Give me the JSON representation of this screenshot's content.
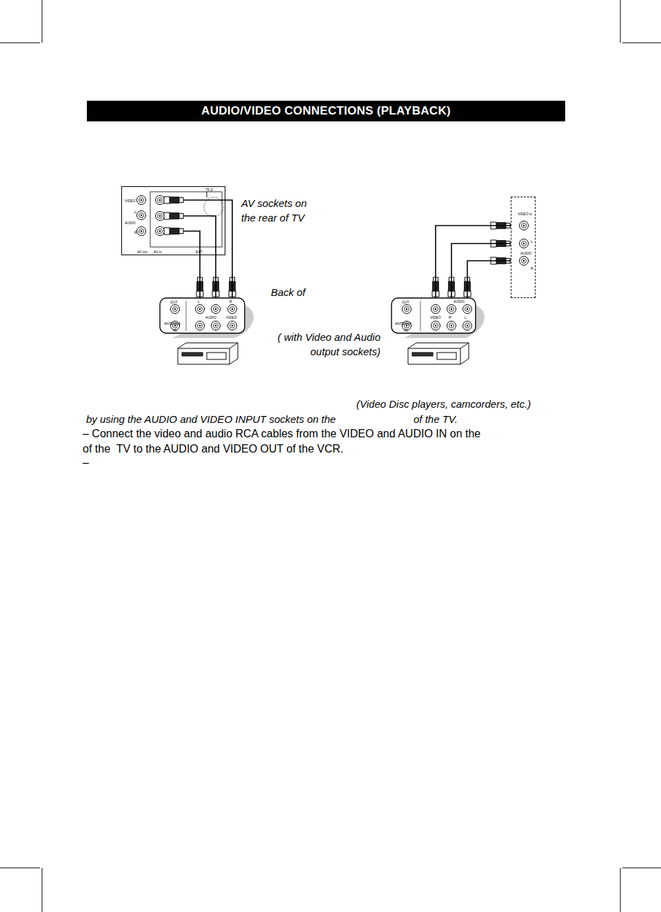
{
  "diagram": {
    "title": "AUDIO/VIDEO CONNECTIONS (PLAYBACK)",
    "nodes": [
      {
        "text": [
          "VIDEO",
          "L",
          "AUDIO",
          "R",
          "AV out",
          "AV in",
          "EXT",
          "75 Ω"
        ]
      },
      {
        "text": [
          "OUT",
          "L",
          "AUDIO",
          "R",
          "VIDEO",
          "ANTENNA",
          "IN"
        ]
      },
      {
        "text": [
          "VIDEO in",
          "L",
          "AUDIO",
          "R"
        ]
      },
      {
        "text": [
          "OUT",
          "VIDEO",
          "R",
          "AUDIO",
          "L",
          "ANTENNA",
          "IN"
        ]
      }
    ],
    "edges": [
      {
        "from": 1,
        "to": 0,
        "arrow": "none"
      },
      {
        "from": 1,
        "to": 0,
        "arrow": "none"
      },
      {
        "from": 1,
        "to": 0,
        "arrow": "none"
      },
      {
        "from": 3,
        "to": 2,
        "arrow": "none"
      },
      {
        "from": 3,
        "to": 2,
        "arrow": "none"
      },
      {
        "from": 3,
        "to": 2,
        "arrow": "none"
      }
    ],
    "labels": [
      "AV sockets on the rear of TV",
      "Back of",
      "( with Video and Audio output sockets)",
      "(Video Disc players, camcorders, etc.)",
      "by using the AUDIO and VIDEO INPUT sockets on the",
      "of the TV.",
      "– Connect the video and audio RCA cables from the VIDEO and AUDIO IN on the",
      "of the  TV to the AUDIO and VIDEO OUT of the VCR.",
      "–"
    ]
  }
}
